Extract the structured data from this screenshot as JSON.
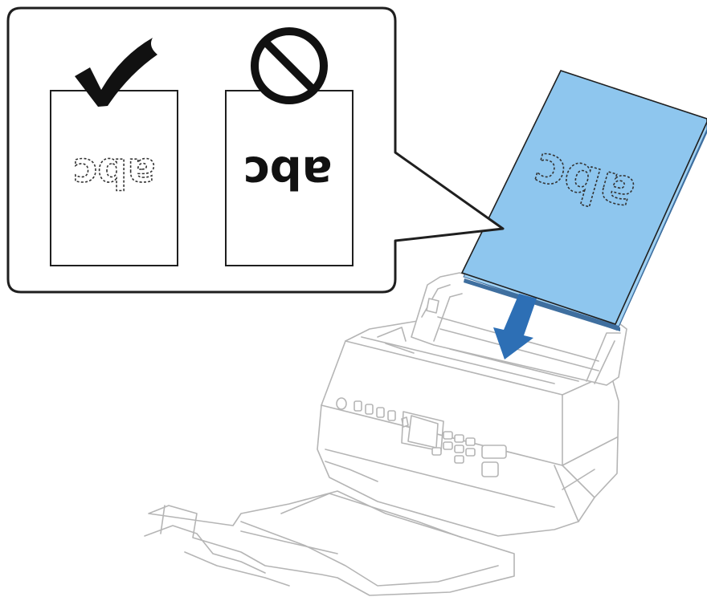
{
  "callout": {
    "correct_sample": {
      "text": "abc",
      "mark": "check-icon"
    },
    "incorrect_sample": {
      "text": "abc",
      "mark": "prohibited-icon"
    }
  },
  "stack": {
    "text": "abc",
    "color": "#8ec6ee",
    "edge_color": "#4a7fb5"
  },
  "arrow": {
    "color": "#2d6fb5",
    "direction": "down"
  },
  "icons": [
    "check-icon",
    "prohibited-icon",
    "down-arrow-icon",
    "scanner-illustration"
  ]
}
